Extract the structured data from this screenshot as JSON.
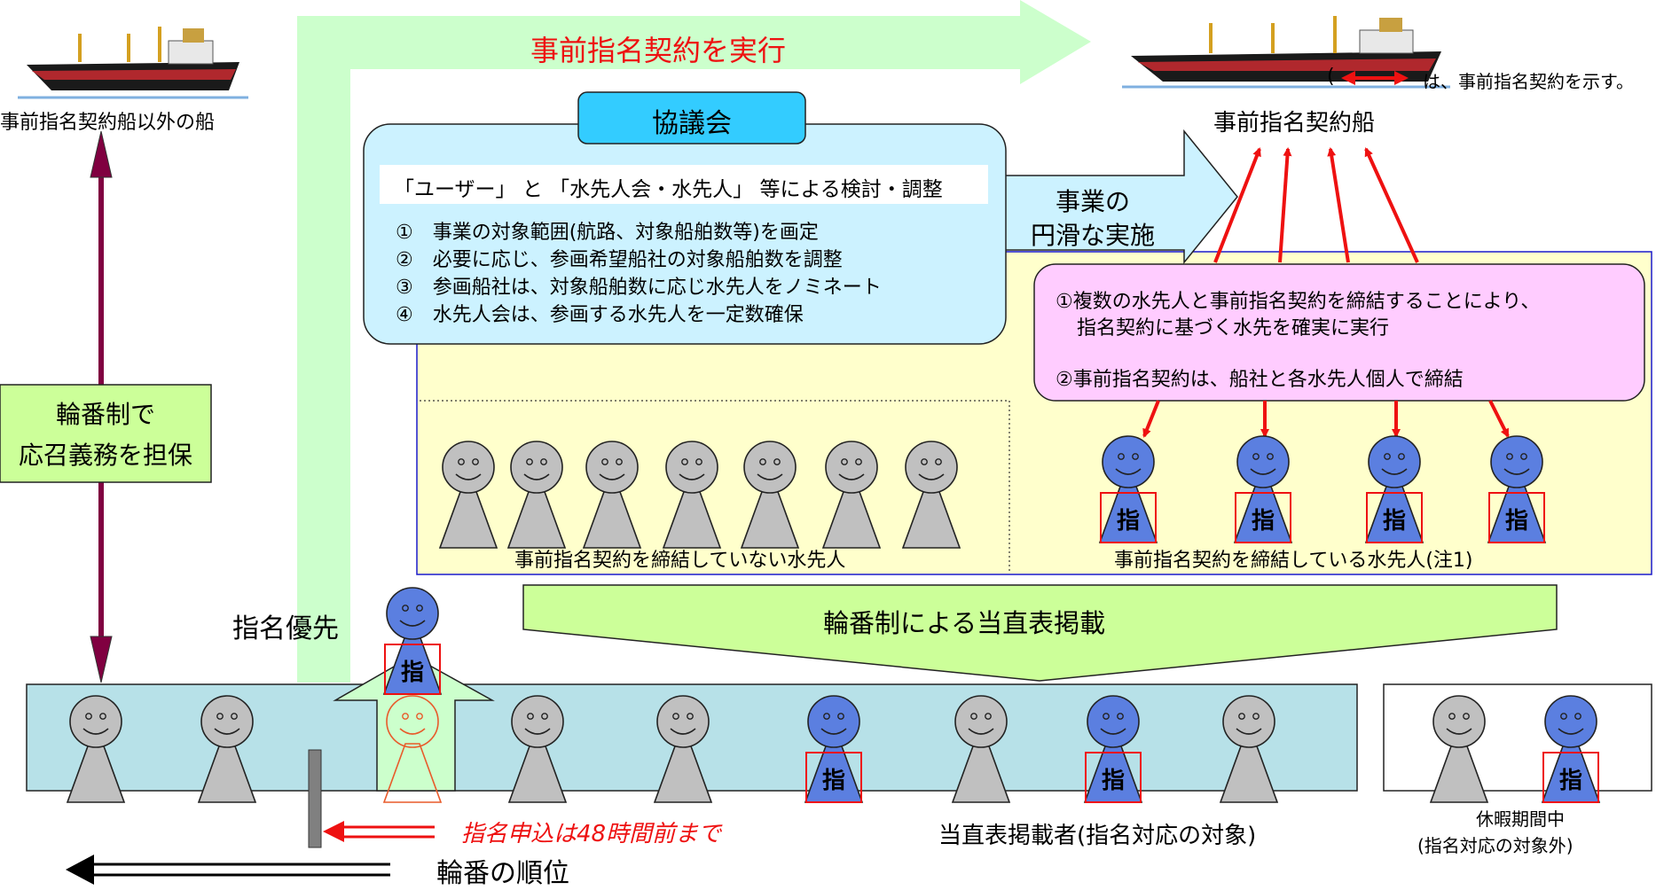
{
  "ships": {
    "left_label": "事前指名契約船以外の船",
    "right_label": "事前指名契約船",
    "legend_open": "(",
    "legend_text": "は、事前指名契約を示す。"
  },
  "top_arrow": {
    "label": "事前指名契約を実行"
  },
  "council": {
    "title": "協議会",
    "subtitle": "「ユーザー」 と 「水先人会・水先人」 等による検討・調整",
    "items": [
      "①　事業の対象範囲(航路、対象船舶数等)を画定",
      "②　必要に応じ、参画希望船社の対象船舶数を調整",
      "③　参画船社は、対象船舶数に応じ水先人をノミネート",
      "④　水先人会は、参画する水先人を一定数確保"
    ]
  },
  "implementation_arrow": {
    "line1": "事業の",
    "line2": "円滑な実施"
  },
  "contract_note": {
    "line1": "①複数の水先人と事前指名契約を締結することにより、",
    "line2": "指名契約に基づく水先を確実に実行",
    "line3": "②事前指名契約は、船社と各水先人個人で締結"
  },
  "pilots": {
    "uncontracted_caption": "事前指名契約を締結していない水先人",
    "contracted_caption": "事前指名契約を締結している水先人(注1)",
    "badge": "指"
  },
  "rotation_arrow": {
    "label": "輪番制による当直表掲載"
  },
  "left_side": {
    "line1": "輪番制で",
    "line2": "応召義務を担保"
  },
  "priority": {
    "label": "指名優先"
  },
  "bottom": {
    "deadline": "指名申込は48時間前まで",
    "order": "輪番の順位",
    "listed": "当直表掲載者(指名対応の対象)",
    "vacation_line1": "休暇期間中",
    "vacation_line2": "(指名対応の対象外)"
  },
  "colors": {
    "light_green": "#ccffcc",
    "yellow": "#ffffcc",
    "cyan": "#ccf2ff",
    "pink": "#ffccff",
    "blue_face": "#5b7fe0",
    "gray_face": "#c0c0c0",
    "red": "#ee1111",
    "maroon": "#800040",
    "table_band": "#b7e1e8",
    "border_blue": "#1a1acc"
  }
}
